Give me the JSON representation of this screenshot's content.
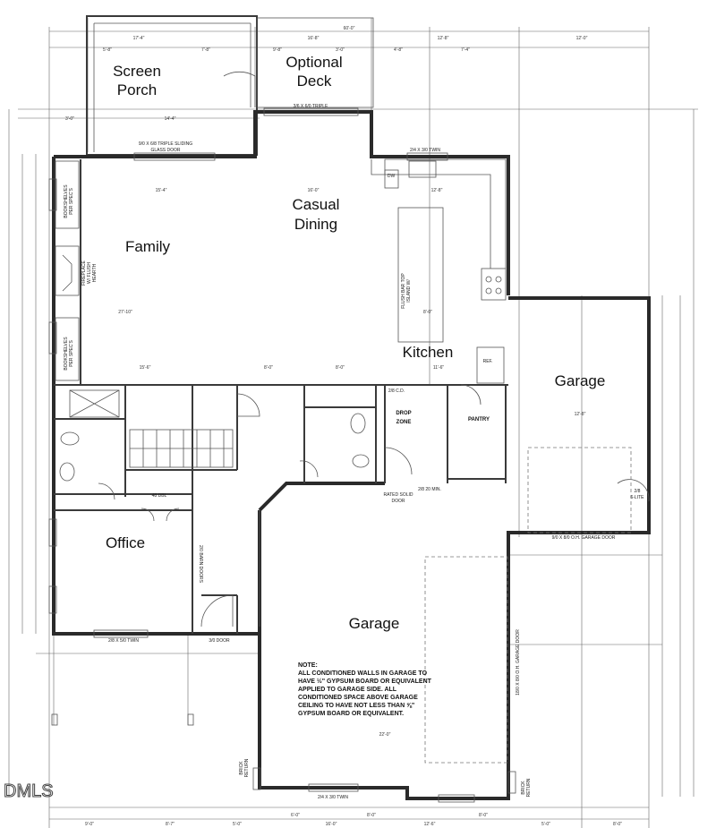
{
  "rooms": {
    "screen_porch": [
      "Screen",
      "Porch"
    ],
    "optional_deck": [
      "Optional",
      "Deck"
    ],
    "casual_dining": [
      "Casual",
      "Dining"
    ],
    "family": "Family",
    "kitchen": "Kitchen",
    "garage_side": "Garage",
    "office": "Office",
    "garage_main": "Garage"
  },
  "labels": {
    "drop_zone": [
      "DROP",
      "ZONE"
    ],
    "pantry": "PANTRY",
    "triple_sliding": [
      "9/0 X 6/8 TRIPLE SLIDING",
      "GLASS DOOR"
    ],
    "triple_top": "3/6 X 6/0 TRIPLE",
    "twin_top": "2/4 X 3/0 TWIN",
    "bookshelves_top": [
      "BOOKSHELVES",
      "PER SPEC'S"
    ],
    "bookshelves_bottom": [
      "BOOKSHELVES",
      "PER SPEC'S"
    ],
    "fireplace": [
      "FIREPLACE",
      "W/ FLUSH",
      "HEARTH"
    ],
    "flush_bar": [
      "FLUSH BAR TOP",
      "ISLAND W/"
    ],
    "ref": "REF.",
    "dw": "DW",
    "rated_door": [
      "2/8 20 MIN.",
      "RATED SOLID",
      "DOOR"
    ],
    "oh_door_side": "9/0 X 8/0 O.H. GARAGE DOOR",
    "oh_door_main": "18/0 X 8/0 O.H. GARAGE DOOR",
    "barn_doors": "2/0 BARN DOORS",
    "door_30": "3/0 DOOR",
    "twin_office": "2/8 X 5/0 TWIN",
    "twin_garage": "2/4 X 3/0 TWIN",
    "lite_door": [
      "2/8",
      "6-LITE"
    ],
    "wh": "48 DBL",
    "cd": "2/8 C.D.",
    "brick_return": [
      "BRICK",
      "RETURN"
    ]
  },
  "note": [
    "NOTE:",
    "ALL CONDITIONED WALLS IN GARAGE TO",
    "HAVE ½\" GYPSUM BOARD OR EQUIVALENT",
    "APPLIED TO GARAGE SIDE.  ALL",
    "CONDITIONED SPACE ABOVE GARAGE",
    "CEILING TO HAVE NOT LESS THAN ⅝\"",
    "GYPSUM BOARD OR EQUIVALENT."
  ],
  "watermark": "DMLS"
}
